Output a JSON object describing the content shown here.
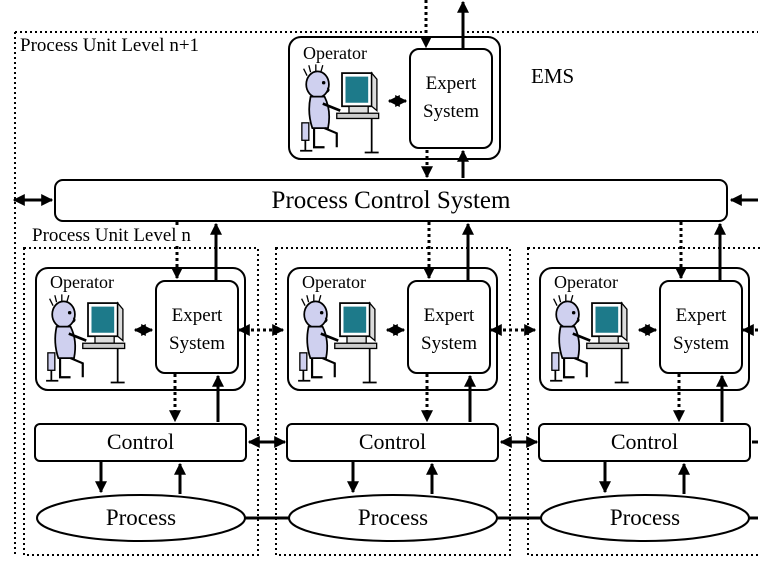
{
  "top_unit": {
    "title": "Process Unit Level n+1",
    "tag": "EMS",
    "operator_label": "Operator",
    "expert_label_1": "Expert",
    "expert_label_2": "System"
  },
  "pcs": {
    "label": "Process Control System"
  },
  "lower_level": {
    "title": "Process Unit Level n"
  },
  "units": [
    {
      "operator_label": "Operator",
      "expert_label_1": "Expert",
      "expert_label_2": "System",
      "control_label": "Control",
      "process_label": "Process"
    },
    {
      "operator_label": "Operator",
      "expert_label_1": "Expert",
      "expert_label_2": "System",
      "control_label": "Control",
      "process_label": "Process"
    },
    {
      "operator_label": "Operator",
      "expert_label_1": "Expert",
      "expert_label_2": "System",
      "control_label": "Control",
      "process_label": "Process"
    }
  ],
  "icons": {
    "operator": "operator-at-computer-icon"
  },
  "colors": {
    "line": "#000000",
    "figure_fill": "#cfd0ef",
    "screen": "#1d7a8a",
    "background": "#ffffff"
  }
}
